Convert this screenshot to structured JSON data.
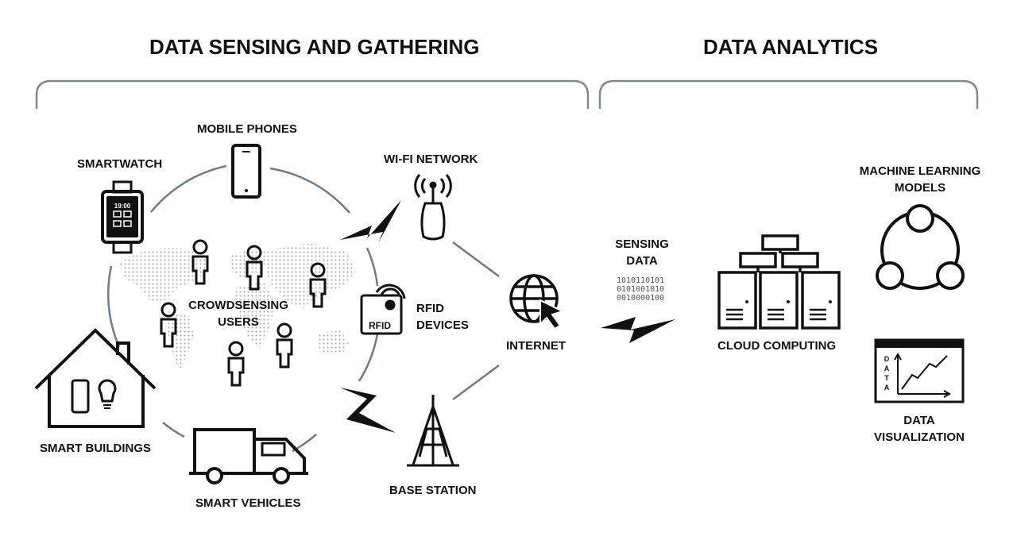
{
  "sections": {
    "sensing_title": "DATA SENSING AND GATHERING",
    "analytics_title": "DATA ANALYTICS"
  },
  "labels": {
    "mobile_phones": "MOBILE PHONES",
    "smartwatch": "SMARTWATCH",
    "wifi_network": "WI-FI NETWORK",
    "crowdsensing_line1": "CROWDSENSING",
    "crowdsensing_line2": "USERS",
    "rfid_line1": "RFID",
    "rfid_line2": "DEVICES",
    "internet": "INTERNET",
    "smart_buildings": "SMART BUILDINGS",
    "smart_vehicles": "SMART VEHICLES",
    "base_station": "BASE STATION",
    "sensing_data_line1": "SENSING",
    "sensing_data_line2": "DATA",
    "cloud_computing": "CLOUD COMPUTING",
    "ml_line1": "MACHINE LEARNING",
    "ml_line2": "MODELS",
    "dv_line1": "DATA",
    "dv_line2": "VISUALIZATION"
  },
  "icon_text": {
    "watch_time": "19:00",
    "rfid_tag": "RFID",
    "data_axis": [
      "D",
      "A",
      "T",
      "A"
    ]
  },
  "binary": [
    "1010110101",
    "0101001010",
    "0010000100"
  ],
  "icons": [
    "mobile-phone-icon",
    "smartwatch-icon",
    "wifi-antenna-icon",
    "rfid-icon",
    "globe-cursor-icon",
    "smart-building-icon",
    "truck-icon",
    "cell-tower-icon",
    "servers-icon",
    "ml-cycle-icon",
    "chart-window-icon"
  ],
  "colors": {
    "ink": "#111111",
    "connector": "#6b7d87",
    "bracket": "#7c8a93",
    "map_dots": "#b0b0b0"
  }
}
